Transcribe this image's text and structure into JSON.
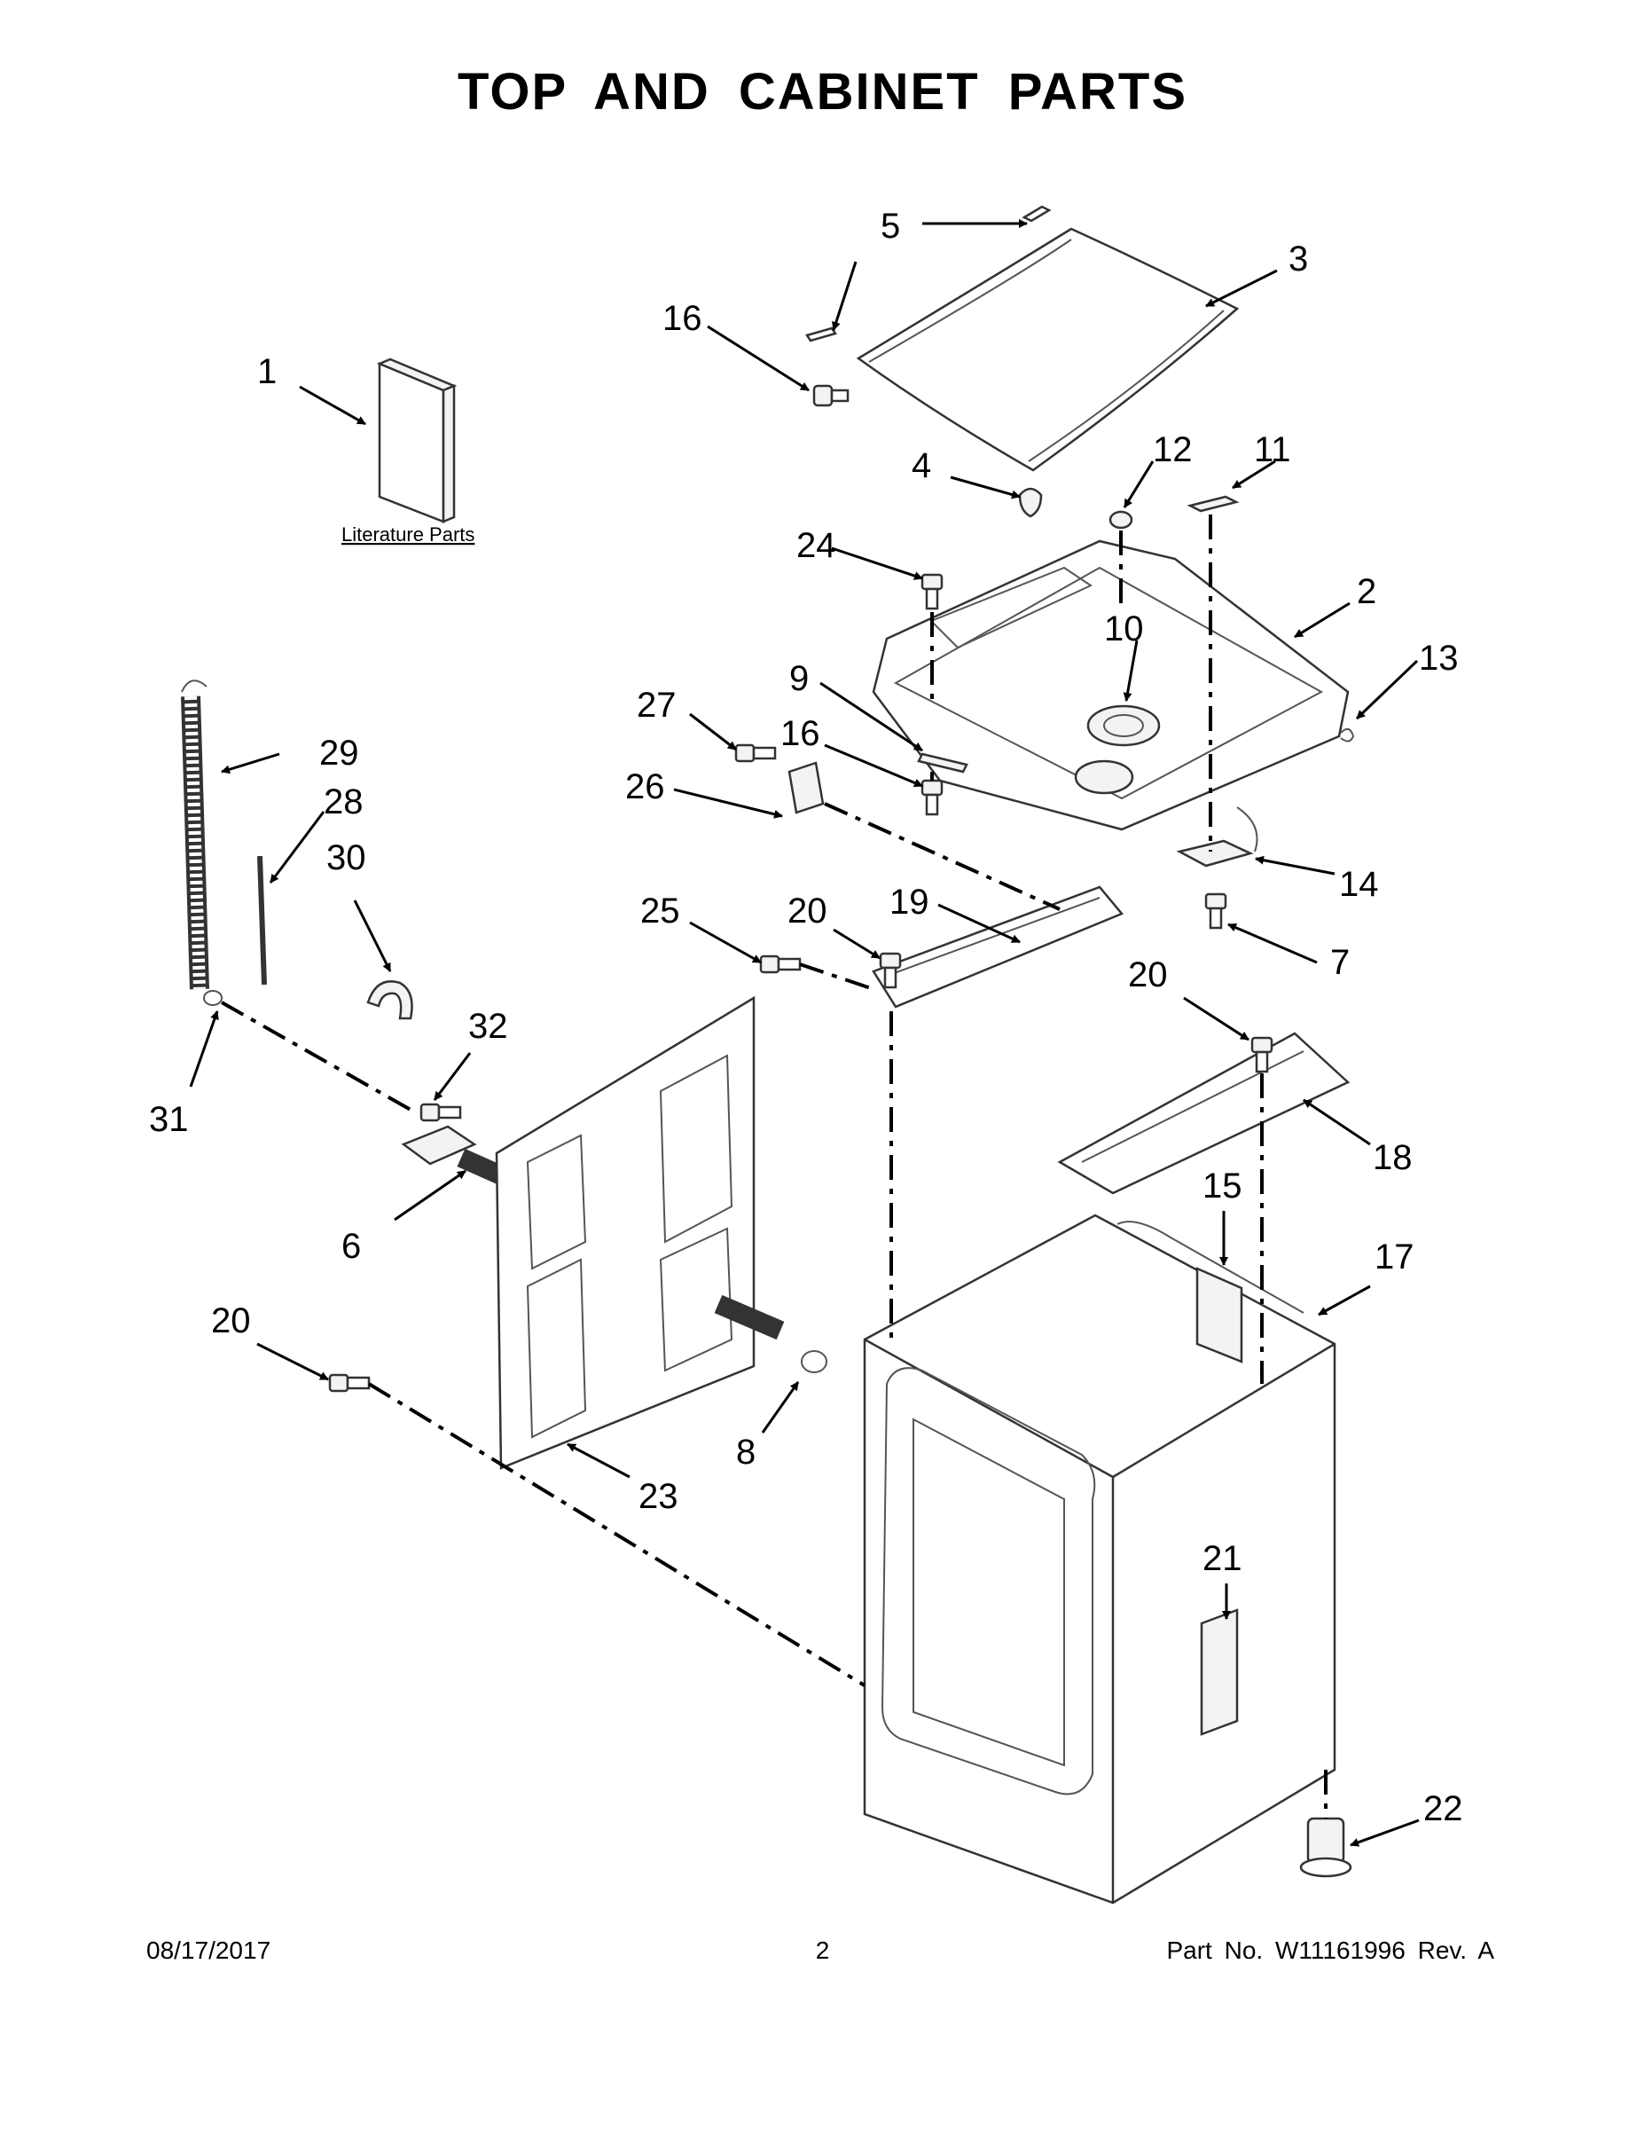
{
  "header": {
    "title": "TOP AND CABINET PARTS"
  },
  "footer": {
    "date": "08/17/2017",
    "page_number": "2",
    "part_info": "Part No.  W11161996  Rev.  A"
  },
  "literature_label": "Literature Parts",
  "callouts": [
    {
      "id": "c1",
      "label": "1"
    },
    {
      "id": "c2",
      "label": "2"
    },
    {
      "id": "c3",
      "label": "3"
    },
    {
      "id": "c4",
      "label": "4"
    },
    {
      "id": "c5",
      "label": "5"
    },
    {
      "id": "c6",
      "label": "6"
    },
    {
      "id": "c7",
      "label": "7"
    },
    {
      "id": "c8",
      "label": "8"
    },
    {
      "id": "c9",
      "label": "9"
    },
    {
      "id": "c10",
      "label": "10"
    },
    {
      "id": "c11",
      "label": "11"
    },
    {
      "id": "c12",
      "label": "12"
    },
    {
      "id": "c13",
      "label": "13"
    },
    {
      "id": "c14",
      "label": "14"
    },
    {
      "id": "c15",
      "label": "15"
    },
    {
      "id": "c16a",
      "label": "16"
    },
    {
      "id": "c16b",
      "label": "16"
    },
    {
      "id": "c17",
      "label": "17"
    },
    {
      "id": "c18",
      "label": "18"
    },
    {
      "id": "c19",
      "label": "19"
    },
    {
      "id": "c20a",
      "label": "20"
    },
    {
      "id": "c20b",
      "label": "20"
    },
    {
      "id": "c20c",
      "label": "20"
    },
    {
      "id": "c21",
      "label": "21"
    },
    {
      "id": "c22",
      "label": "22"
    },
    {
      "id": "c23",
      "label": "23"
    },
    {
      "id": "c24",
      "label": "24"
    },
    {
      "id": "c25",
      "label": "25"
    },
    {
      "id": "c26",
      "label": "26"
    },
    {
      "id": "c27",
      "label": "27"
    },
    {
      "id": "c28",
      "label": "28"
    },
    {
      "id": "c29",
      "label": "29"
    },
    {
      "id": "c30",
      "label": "30"
    },
    {
      "id": "c31",
      "label": "31"
    },
    {
      "id": "c32",
      "label": "32"
    }
  ]
}
